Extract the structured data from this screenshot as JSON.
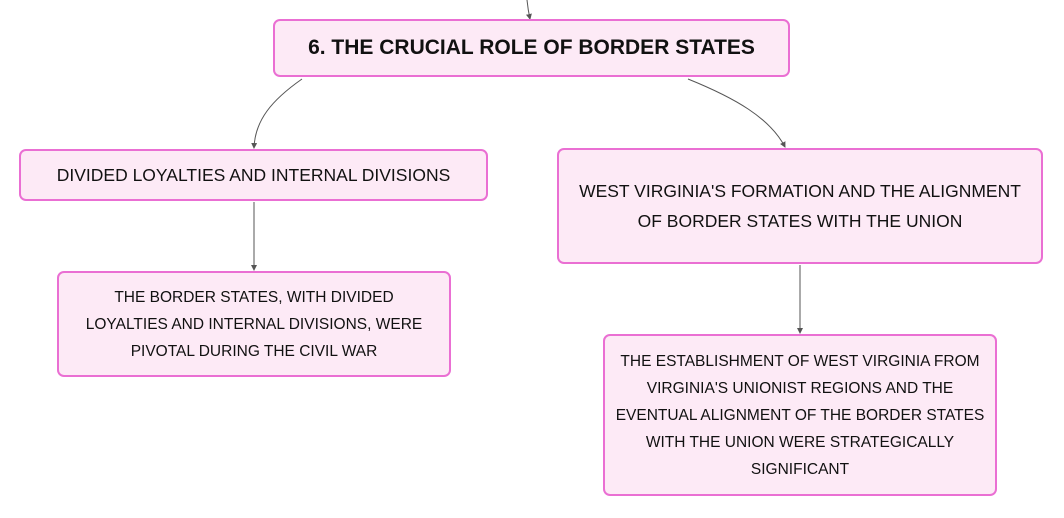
{
  "root": {
    "label": "6. THE CRUCIAL ROLE OF BORDER STATES"
  },
  "branches": [
    {
      "label": "DIVIDED LOYALTIES AND INTERNAL DIVISIONS",
      "detail": "THE BORDER STATES, WITH DIVIDED LOYALTIES AND INTERNAL DIVISIONS, WERE PIVOTAL DURING THE CIVIL WAR"
    },
    {
      "label": "WEST VIRGINIA'S FORMATION AND THE ALIGNMENT OF BORDER STATES WITH THE UNION",
      "detail": "THE ESTABLISHMENT OF WEST VIRGINIA FROM VIRGINIA'S UNIONIST REGIONS AND THE EVENTUAL ALIGNMENT OF THE BORDER STATES WITH THE UNION WERE STRATEGICALLY SIGNIFICANT"
    }
  ],
  "colors": {
    "node_fill": "#fdeaf6",
    "node_border": "#ea6fd3",
    "connector": "#555555"
  }
}
